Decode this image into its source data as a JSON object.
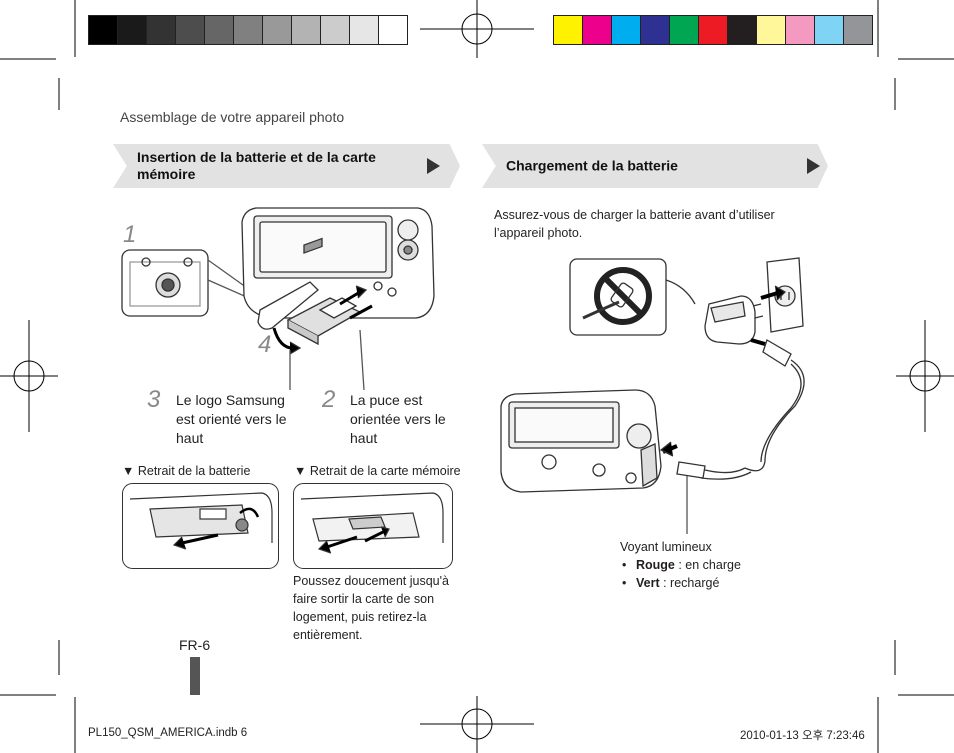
{
  "header": {
    "section_title": "Assemblage de votre appareil photo"
  },
  "left": {
    "heading": "Insertion de la batterie et de la carte mémoire",
    "steps": {
      "s1": "1",
      "s2": "2",
      "s3": "3",
      "s4": "4"
    },
    "step3_text": "Le logo Samsung est orienté vers le haut",
    "step2_text": "La puce est orientée vers le haut",
    "removal_battery": "▼ Retrait de la batterie",
    "removal_card": "▼ Retrait de la carte mémoire",
    "card_note": "Poussez doucement jusqu'à faire sortir la carte de son logement, puis retirez-la entièrement.",
    "page_label": "FR-6"
  },
  "right": {
    "heading": "Chargement de la batterie",
    "intro": "Assurez-vous de charger la batterie avant d’utiliser l’appareil photo.",
    "indicator_title": "Voyant lumineux",
    "indicator_items": [
      {
        "term": "Rouge",
        "desc": " : en charge"
      },
      {
        "term": "Vert",
        "desc": " : rechargé"
      }
    ]
  },
  "footer": {
    "file": "PL150_QSM_AMERICA.indb   6",
    "timestamp": "2010-01-13   오후 7:23:46"
  },
  "colors": {
    "gray_swatches": [
      "#000000",
      "#1a1a1a",
      "#333333",
      "#4d4d4d",
      "#666666",
      "#808080",
      "#999999",
      "#b3b3b3",
      "#cccccc",
      "#e6e6e6",
      "#ffffff"
    ],
    "color_swatches": [
      "#fff200",
      "#ec008c",
      "#00aeef",
      "#2e3192",
      "#00a651",
      "#ed1c24",
      "#231f20",
      "#fff799",
      "#f49ac1",
      "#7fd4f5",
      "#939598"
    ],
    "section_bg": "#e2e2e2",
    "sidebar_bar": "#555555"
  }
}
